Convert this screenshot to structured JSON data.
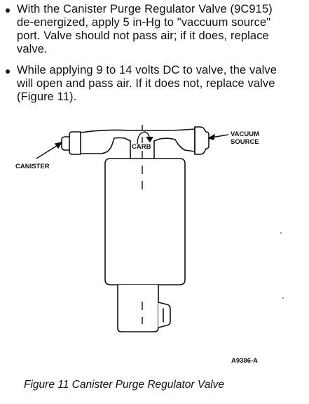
{
  "instructions": [
    {
      "lines": [
        "With the Canister Purge Regulator Valve (9C915)",
        "de-energized, apply 5 in-Hg to \"vaccuum source\"",
        "port. Valve should not pass air; if it does, replace",
        "valve."
      ]
    },
    {
      "lines": [
        "While applying 9 to 14 volts DC to valve, the valve",
        "will open and pass air. If it does not, replace valve",
        "(Figure 11)."
      ]
    }
  ],
  "diagram": {
    "label_carb": "CARB",
    "label_vacuum": "VACUUM",
    "label_source": "SOURCE",
    "label_canister": "CANISTER",
    "figure_code": "A9386-A"
  },
  "caption": "Figure 11 Canister Purge Regulator Valve"
}
